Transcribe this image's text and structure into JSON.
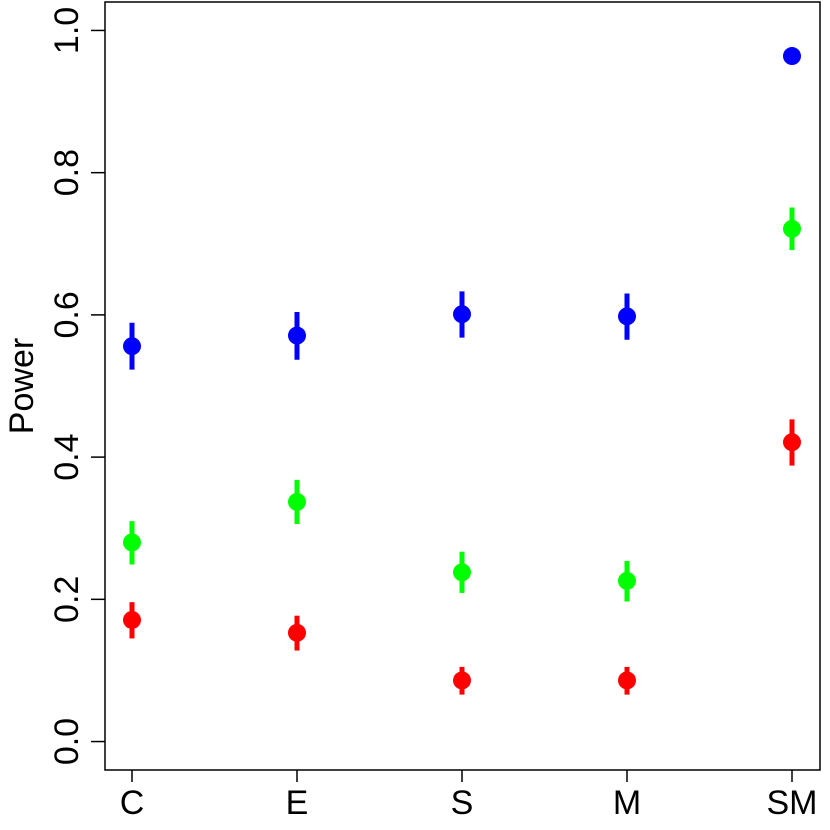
{
  "chart_data": {
    "type": "scatter",
    "title": "",
    "xlabel": "",
    "ylabel": "Power",
    "categories": [
      "C",
      "E",
      "S",
      "M",
      "SM"
    ],
    "ylim": [
      -0.04,
      1.04
    ],
    "yticks": [
      0.0,
      0.2,
      0.4,
      0.6,
      0.8,
      1.0
    ],
    "ytick_labels": [
      "0.0",
      "0.2",
      "0.4",
      "0.6",
      "0.8",
      "1.0"
    ],
    "grid": false,
    "legend": "none",
    "series": [
      {
        "color": "#0000ff",
        "values": [
          0.556,
          0.571,
          0.601,
          0.598,
          0.964
        ],
        "lower": [
          0.523,
          0.537,
          0.568,
          0.565,
          0.953
        ],
        "upper": [
          0.589,
          0.604,
          0.633,
          0.63,
          0.975
        ]
      },
      {
        "color": "#00ff00",
        "values": [
          0.28,
          0.337,
          0.238,
          0.226,
          0.721
        ],
        "lower": [
          0.249,
          0.306,
          0.209,
          0.197,
          0.691
        ],
        "upper": [
          0.31,
          0.368,
          0.267,
          0.254,
          0.751
        ]
      },
      {
        "color": "#ff0000",
        "values": [
          0.171,
          0.153,
          0.086,
          0.086,
          0.421
        ],
        "lower": [
          0.145,
          0.128,
          0.066,
          0.066,
          0.388
        ],
        "upper": [
          0.196,
          0.177,
          0.105,
          0.105,
          0.453
        ]
      }
    ]
  }
}
